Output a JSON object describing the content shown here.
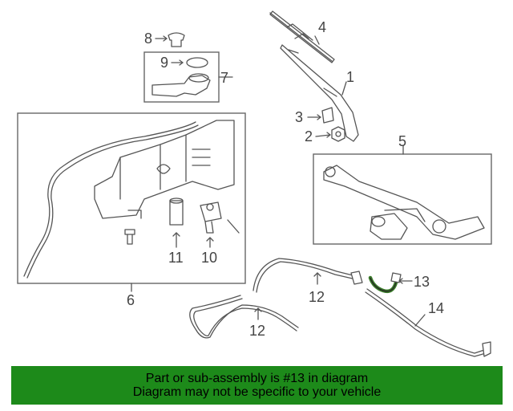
{
  "colors": {
    "banner_background": "#1d8a1a",
    "highlight_part": "#3a7a2a",
    "line": "#555555"
  },
  "callouts": [
    {
      "id": "1",
      "text": "1"
    },
    {
      "id": "2",
      "text": "2"
    },
    {
      "id": "3",
      "text": "3"
    },
    {
      "id": "4",
      "text": "4"
    },
    {
      "id": "5",
      "text": "5"
    },
    {
      "id": "6",
      "text": "6"
    },
    {
      "id": "7",
      "text": "7"
    },
    {
      "id": "8",
      "text": "8"
    },
    {
      "id": "9",
      "text": "9"
    },
    {
      "id": "10",
      "text": "10"
    },
    {
      "id": "11",
      "text": "11"
    },
    {
      "id": "12a",
      "text": "12"
    },
    {
      "id": "12b",
      "text": "12"
    },
    {
      "id": "13",
      "text": "13"
    },
    {
      "id": "14",
      "text": "14"
    }
  ],
  "highlighted_part": "13",
  "banner": {
    "line1": "Part or sub-assembly is #13 in diagram",
    "line2": "Diagram may not be specific to your vehicle"
  }
}
